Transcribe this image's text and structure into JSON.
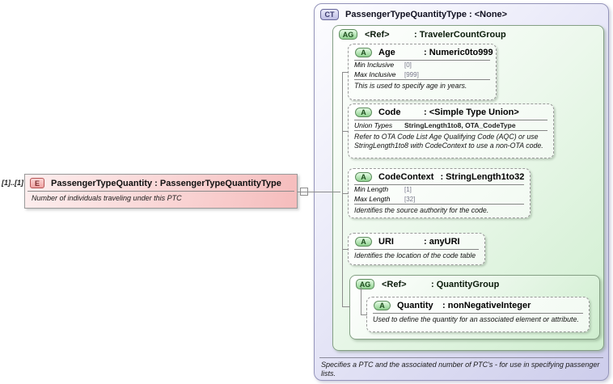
{
  "colors": {
    "element_fill": "#f5bcbc",
    "ct_fill": "#cdcdeb",
    "group_fill": "#cfeecf",
    "connector_line": "#8c8c8c"
  },
  "element": {
    "cardinality": "[1]..[1]",
    "badge": "E",
    "title": "PassengerTypeQuantity : PassengerTypeQuantityType",
    "annotation": "Number of individuals traveling under this PTC"
  },
  "ct": {
    "badge": "CT",
    "title": "PassengerTypeQuantityType : <None>",
    "footer": "Specifies a PTC and the associated number of PTC's - for use in specifying passenger lists.",
    "tcg": {
      "badge": "AG",
      "name": "<Ref>",
      "type": ": TravelerCountGroup",
      "age": {
        "badge": "A",
        "name": "Age",
        "type": ": Numeric0to999",
        "facets": [
          {
            "label": "Min Inclusive",
            "value": "[0]"
          },
          {
            "label": "Max Inclusive",
            "value": "[999]"
          }
        ],
        "annotation": "This is used to specify age in years."
      },
      "code": {
        "badge": "A",
        "name": "Code",
        "type": ": <Simple Type Union>",
        "facets": [
          {
            "label": "Union Types",
            "value": "StringLength1to8, OTA_CodeType"
          }
        ],
        "annotation": "Refer to OTA Code List Age Qualifying Code (AQC) or use StringLength1to8 with CodeContext to use a non-OTA code."
      },
      "code_context": {
        "badge": "A",
        "name": "CodeContext",
        "type": ": StringLength1to32",
        "facets": [
          {
            "label": "Min Length",
            "value": "[1]"
          },
          {
            "label": "Max Length",
            "value": "[32]"
          }
        ],
        "annotation": "Identifies the source authority for the code."
      },
      "uri": {
        "badge": "A",
        "name": "URI",
        "type": ": anyURI",
        "annotation": "Identifies the location of the code table"
      },
      "qg": {
        "badge": "AG",
        "name": "<Ref>",
        "type": ": QuantityGroup",
        "quantity": {
          "badge": "A",
          "name": "Quantity",
          "type": ": nonNegativeInteger",
          "annotation": "Used to define the quantity for an associated element or attribute."
        }
      }
    }
  }
}
